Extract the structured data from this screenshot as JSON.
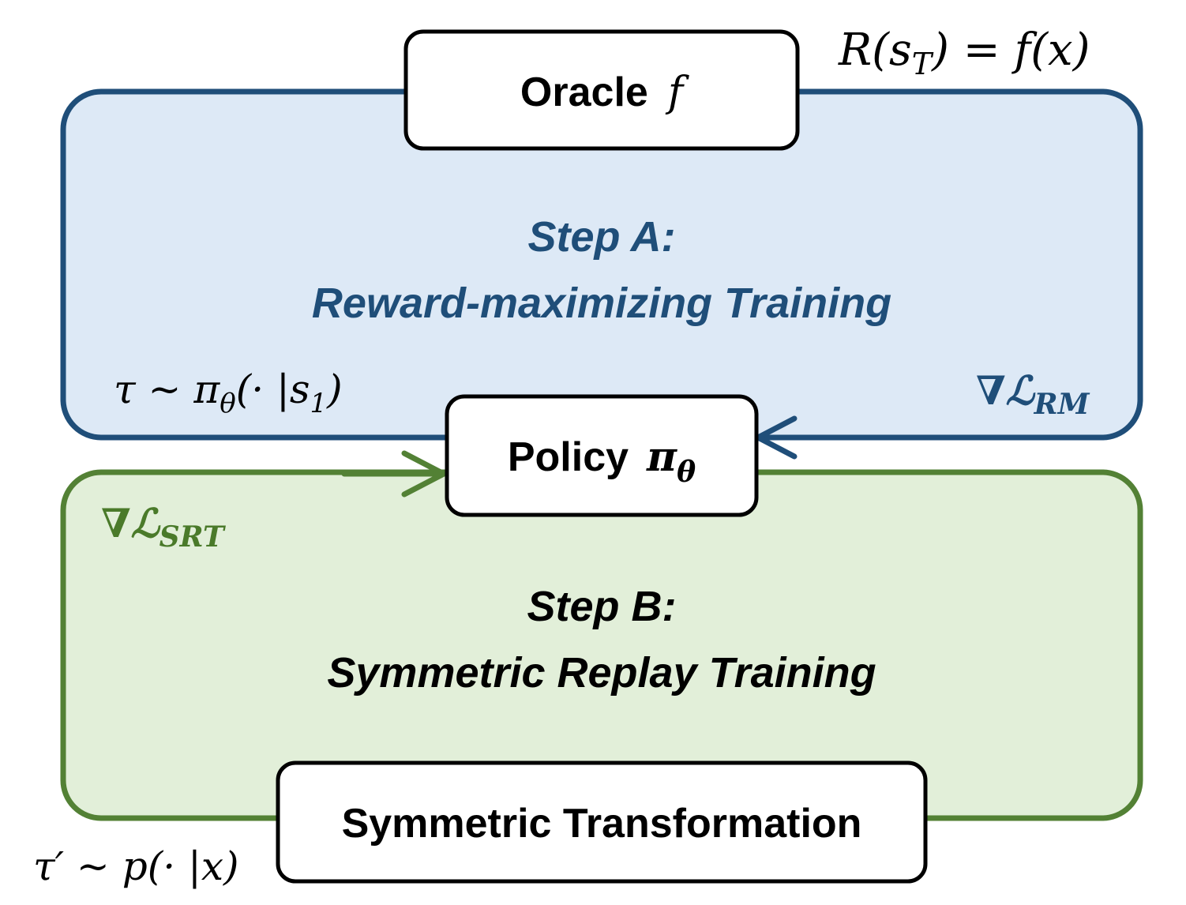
{
  "colors": {
    "blue_stroke": "#1f4e79",
    "blue_fill": "#dde9f6",
    "green_stroke": "#538135",
    "green_fill": "#e2efd9",
    "box_stroke": "#000000",
    "box_fill": "#ffffff"
  },
  "oracle": {
    "label": "Oracle",
    "symbol": "f"
  },
  "reward_eq": "R(s",
  "reward_eq_sub": "T",
  "reward_eq_rest": ") = f(x)",
  "step_a": {
    "title": "Step A:",
    "subtitle": "Reward-maximizing Training"
  },
  "sample_policy": {
    "text": "τ ~ π",
    "sub": "θ",
    "rest": "(· |s",
    "sub2": "1",
    "end": ")"
  },
  "grad_rm": {
    "text": "∇ℒ",
    "sub": "RM"
  },
  "policy": {
    "label": "Policy",
    "symbol": "π",
    "sub": "θ"
  },
  "grad_srt": {
    "text": "∇ℒ",
    "sub": "SRT"
  },
  "step_b": {
    "title": "Step B:",
    "subtitle": "Symmetric Replay Training"
  },
  "transform": {
    "label": "Symmetric Transformation"
  },
  "sample_sym": {
    "text": "τ′ ~ p(· |x)"
  }
}
